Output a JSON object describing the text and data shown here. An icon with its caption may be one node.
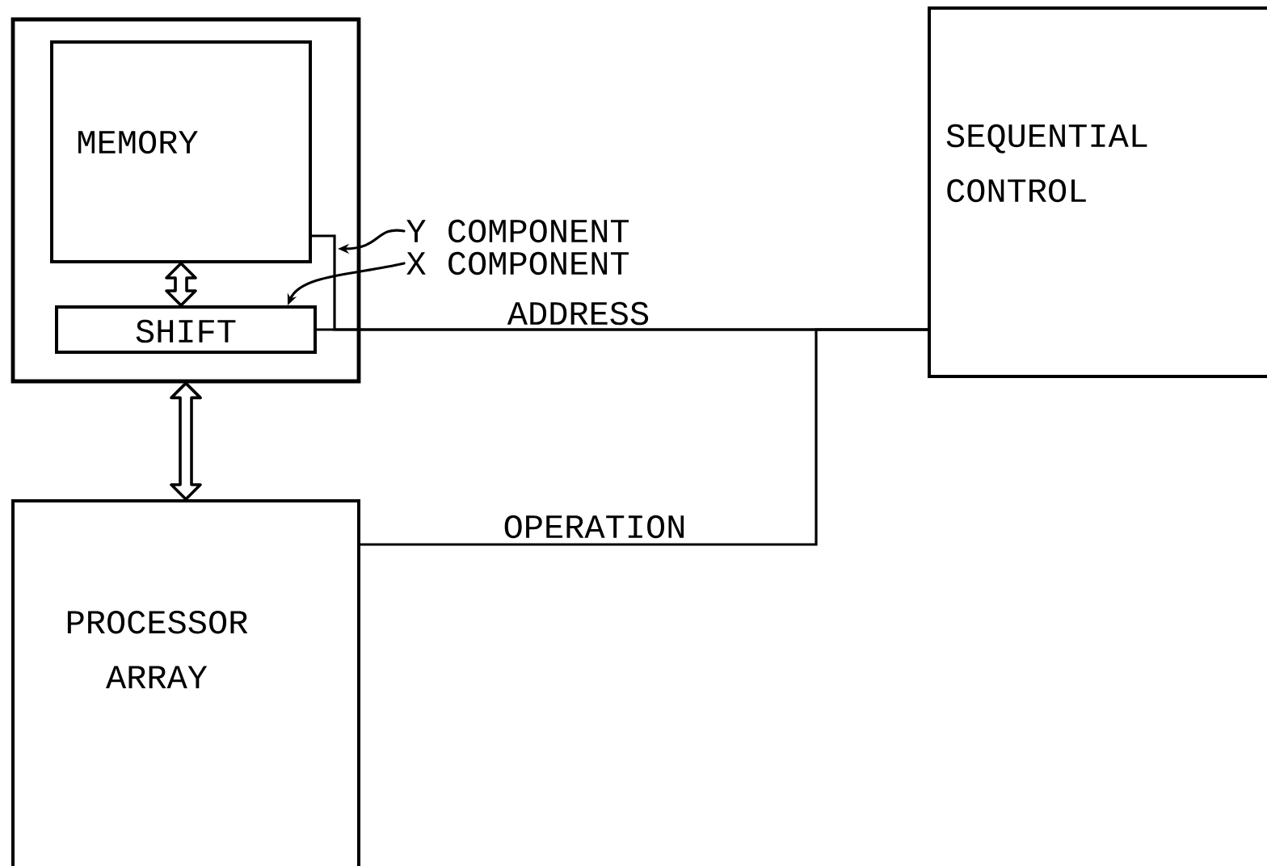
{
  "diagram": {
    "nodes": [
      {
        "text": [],
        "shape": "box"
      },
      {
        "text": [
          "MEMORY"
        ],
        "in": 0
      },
      {
        "text": [
          "SHIFT"
        ],
        "in": 0
      },
      {
        "text": [
          "Y COMPONENT"
        ]
      },
      {
        "text": [
          "X COMPONENT"
        ]
      },
      {
        "text": [
          "SEQUENTIAL CONTROL"
        ]
      },
      {
        "text": [
          "PROCESSOR ARRAY"
        ]
      }
    ],
    "edges": [
      {
        "from": 1,
        "to": 2,
        "arrow": "both",
        "style": "thick"
      },
      {
        "from": 0,
        "to": 6,
        "arrow": "both",
        "style": "thick"
      },
      {
        "from": 5,
        "to": 1,
        "arrow": "none"
      },
      {
        "from": 5,
        "to": 2,
        "arrow": "none",
        "label": "ADDRESS"
      },
      {
        "from": 5,
        "to": 6,
        "arrow": "none",
        "label": "OPERATION"
      },
      {
        "from": 3,
        "to": 0,
        "arrow": "to"
      },
      {
        "from": 4,
        "to": 2,
        "arrow": "to"
      }
    ]
  }
}
